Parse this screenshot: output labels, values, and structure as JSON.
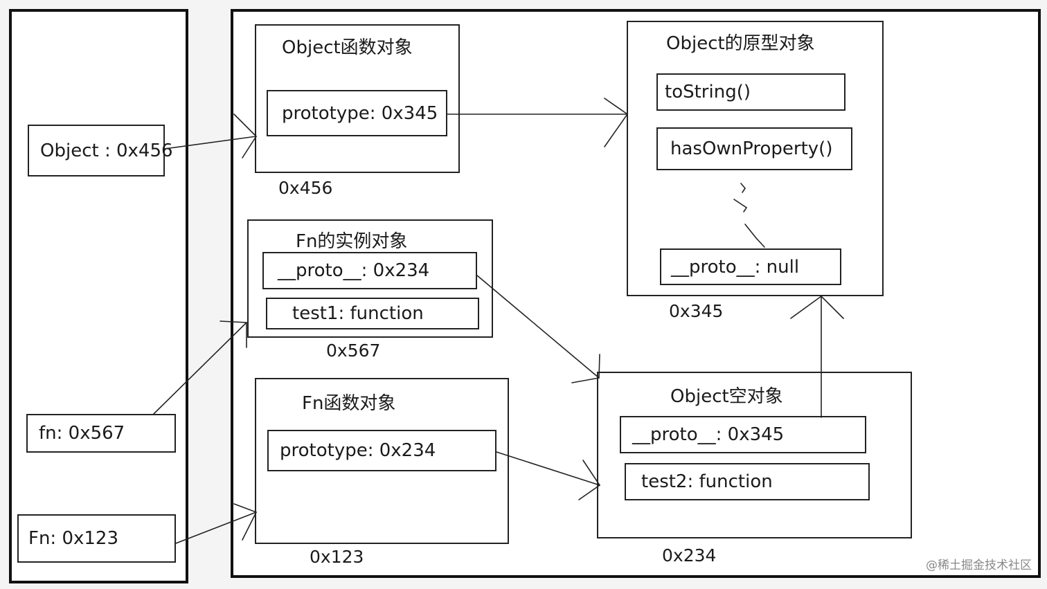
{
  "stack": {
    "object_var": "Object : 0x456",
    "fn_var": "fn: 0x567",
    "Fn_var": "Fn: 0x123"
  },
  "object_func": {
    "title": "Object函数对象",
    "prototype": "prototype: 0x345",
    "address": "0x456"
  },
  "object_proto": {
    "title": "Object的原型对象",
    "toString": "toString()",
    "hasOwnProperty": "hasOwnProperty()",
    "proto": "__proto__: null",
    "address": "0x345"
  },
  "fn_instance": {
    "title": "Fn的实例对象",
    "proto": "__proto__: 0x234",
    "test1": "test1: function",
    "address": "0x567"
  },
  "fn_func": {
    "title": "Fn函数对象",
    "prototype": "prototype: 0x234",
    "address": "0x123"
  },
  "object_empty": {
    "title": "Object空对象",
    "proto": "__proto__: 0x345",
    "test2": "test2: function",
    "address": "0x234"
  },
  "watermark": "@稀土掘金技术社区"
}
